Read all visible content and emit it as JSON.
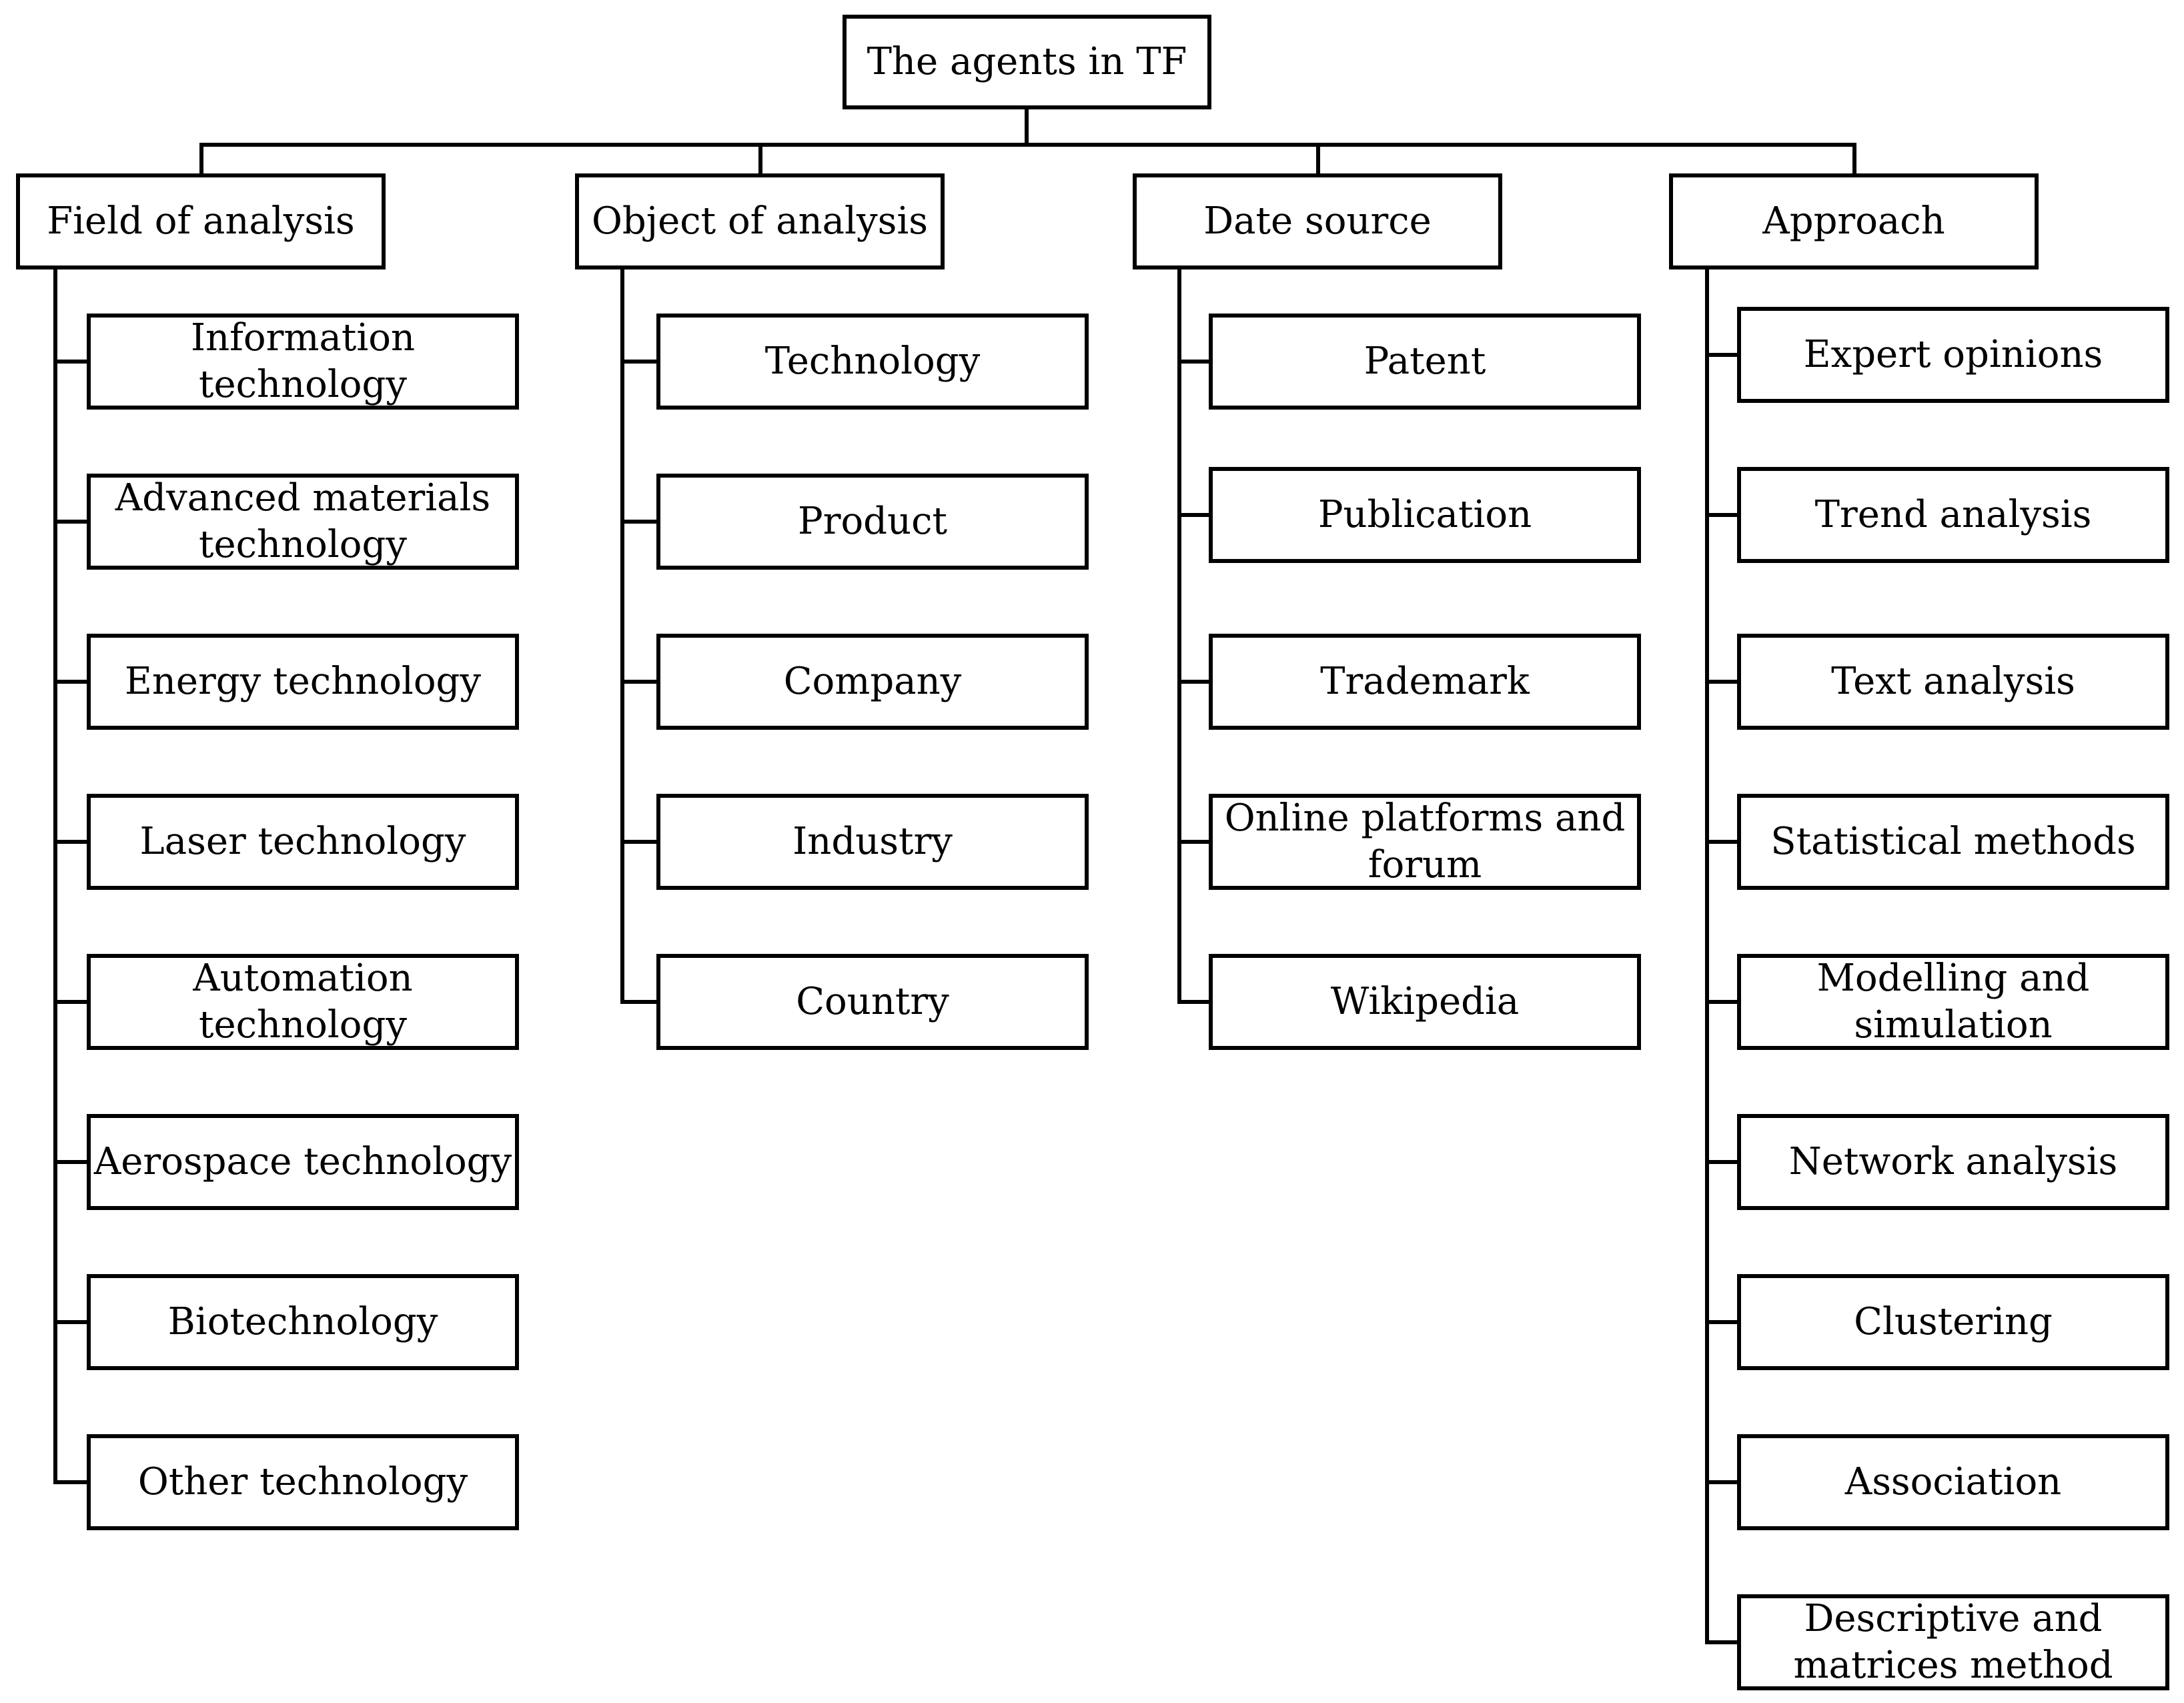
{
  "root": {
    "label": "The agents in TF"
  },
  "columns": [
    {
      "label": "Field of analysis",
      "items": [
        "Information technology",
        "Advanced materials\ntechnology",
        "Energy technology",
        "Laser technology",
        "Automation\ntechnology",
        "Aerospace technology",
        "Biotechnology",
        "Other technology"
      ]
    },
    {
      "label": "Object of analysis",
      "items": [
        "Technology",
        "Product",
        "Company",
        "Industry",
        "Country"
      ]
    },
    {
      "label": "Date source",
      "items": [
        "Patent",
        "Publication",
        "Trademark",
        "Online platforms and\nforum",
        "Wikipedia"
      ]
    },
    {
      "label": "Approach",
      "items": [
        "Expert opinions",
        "Trend analysis",
        "Text analysis",
        "Statistical methods",
        "Modelling and\nsimulation",
        "Network analysis",
        "Clustering",
        "Association",
        "Descriptive and\nmatrices method"
      ]
    }
  ]
}
